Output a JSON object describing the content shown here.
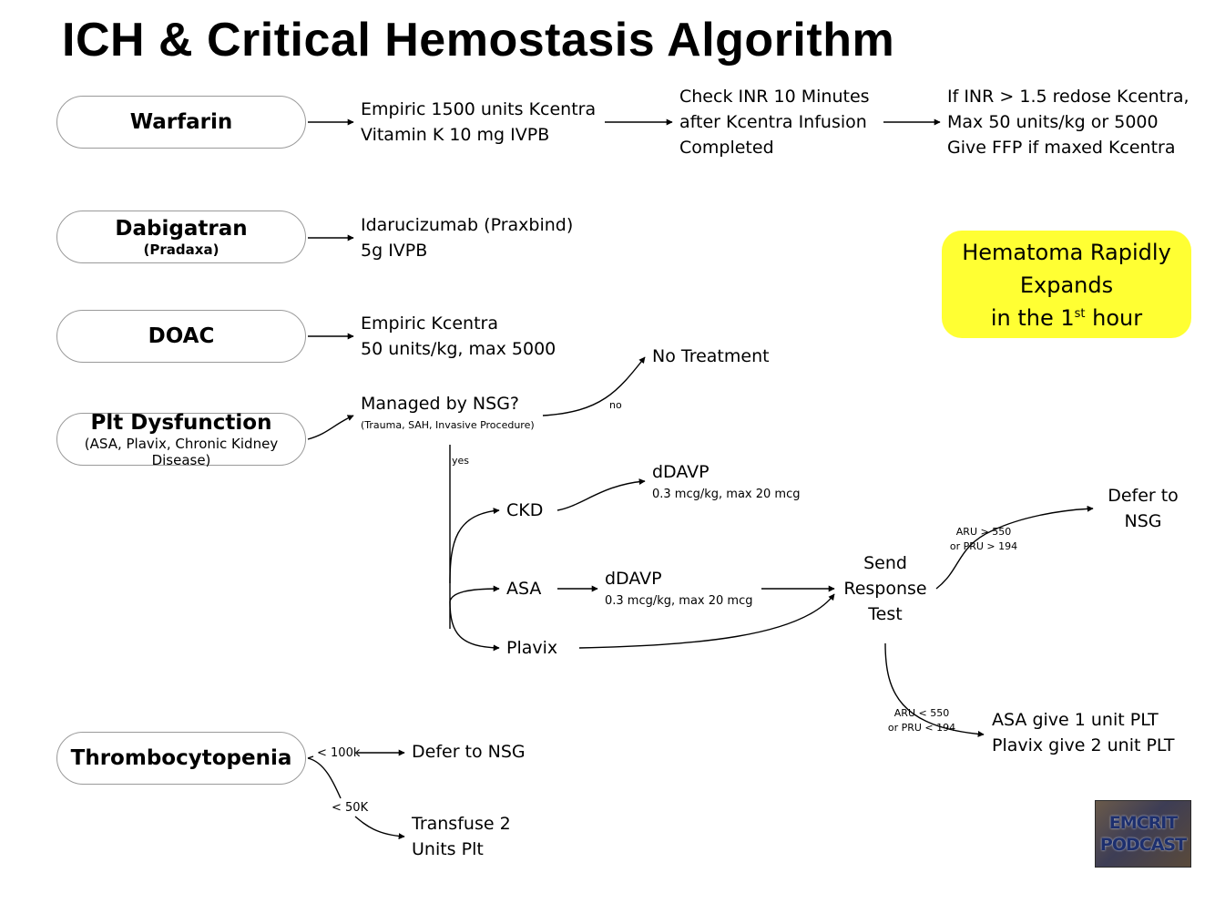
{
  "title": "ICH & Critical Hemostasis Algorithm",
  "pills": {
    "warfarin": "Warfarin",
    "dabigatran": "Dabigatran",
    "dabigatran_sub": "(Pradaxa)",
    "doac": "DOAC",
    "plt_dysfunction": "Plt Dysfunction",
    "plt_dysfunction_sub": "(ASA, Plavix, Chronic Kidney Disease)",
    "thrombocytopenia": "Thrombocytopenia"
  },
  "warfarin_steps": {
    "step1": [
      "Empiric 1500 units Kcentra",
      "Vitamin K 10 mg IVPB"
    ],
    "step2": [
      "Check INR 10 Minutes",
      "after Kcentra Infusion",
      "Completed"
    ],
    "step3": [
      "If INR > 1.5 redose Kcentra,",
      "Max 50 units/kg or 5000",
      "Give FFP if maxed Kcentra"
    ]
  },
  "dabigatran_step": [
    "Idarucizumab (Praxbind)",
    "5g IVPB"
  ],
  "doac_step": [
    "Empiric Kcentra",
    "50 units/kg, max 5000"
  ],
  "highlight": {
    "line1": "Hematoma Rapidly",
    "line2": "Expands",
    "line3_pre": "in the 1",
    "line3_sup": "st",
    "line3_post": " hour"
  },
  "plt": {
    "question": "Managed by NSG?",
    "question_sub": "(Trauma, SAH, Invasive Procedure)",
    "no_label": "no",
    "yes_label": "yes",
    "no_treatment": "No Treatment",
    "ckd": "CKD",
    "asa": "ASA",
    "plavix": "Plavix",
    "ckd_ddavp": "dDAVP",
    "ckd_ddavp_dose": "0.3 mcg/kg, max 20 mcg",
    "asa_ddavp": "dDAVP",
    "asa_ddavp_dose": "0.3 mcg/kg, max 20 mcg",
    "send_test": [
      "Send",
      "Response",
      "Test"
    ],
    "high_label": [
      "ARU > 550",
      "or PRU > 194"
    ],
    "defer": [
      "Defer to",
      "NSG"
    ],
    "low_label": [
      "ARU < 550",
      "or PRU < 194"
    ],
    "give_plt": [
      "ASA give 1 unit PLT",
      "Plavix give 2 unit PLT"
    ]
  },
  "thrombo": {
    "lt100k": "< 100k",
    "defer": "Defer to NSG",
    "lt50k": "< 50K",
    "transfuse": [
      "Transfuse 2",
      "Units Plt"
    ]
  },
  "logo": {
    "line1": "EMCRIT",
    "line2": "PODCAST"
  },
  "colors": {
    "highlight": "#ffff33",
    "pill_border": "#9a9a9a",
    "text": "#000000"
  }
}
